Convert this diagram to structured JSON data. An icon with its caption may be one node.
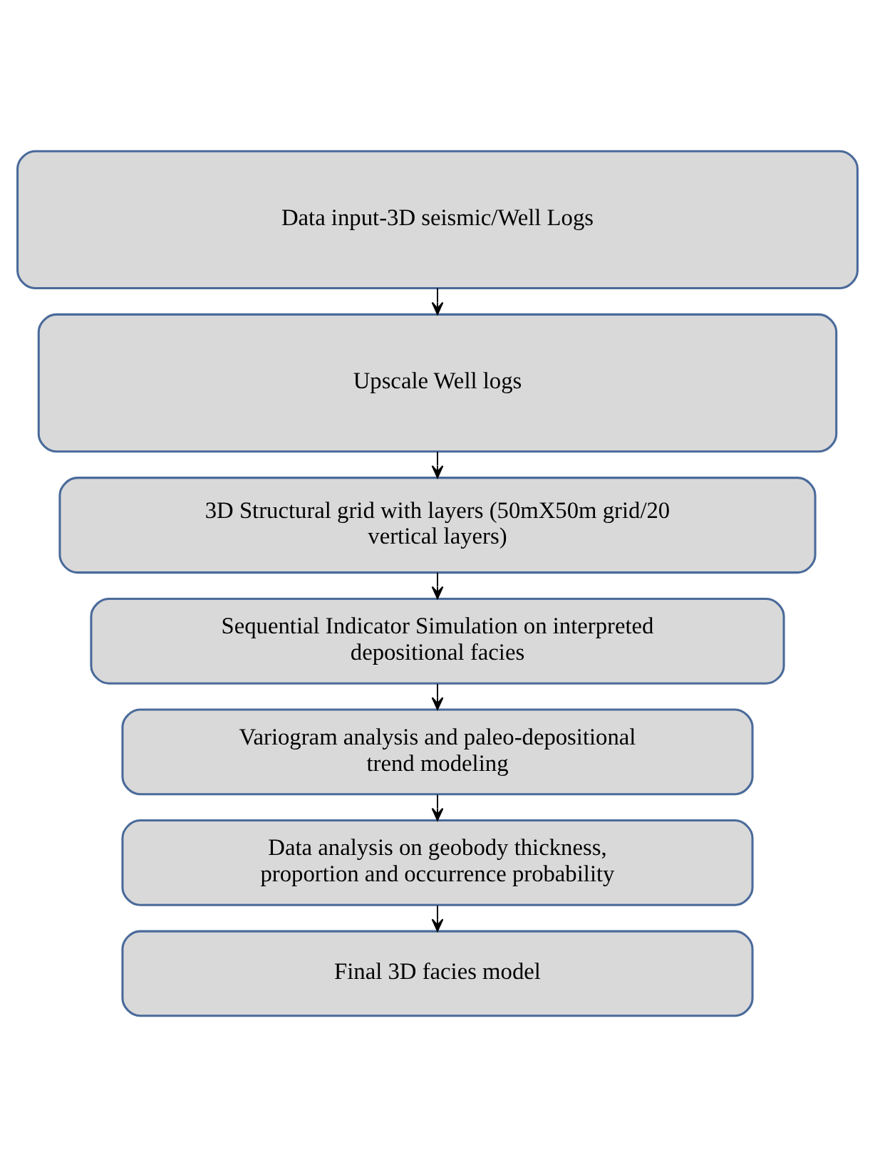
{
  "diagram": {
    "nodes": [
      {
        "text": [
          "Data input-3D seismic/Well Logs"
        ]
      },
      {
        "text": [
          "Upscale Well logs"
        ]
      },
      {
        "text": [
          "3D Structural grid with layers (50mX50m grid/20 vertical layers)"
        ]
      },
      {
        "text": [
          "Sequential Indicator Simulation on interpreted depositional facies"
        ]
      },
      {
        "text": [
          "Variogram analysis and paleo-depositional trend modeling"
        ]
      },
      {
        "text": [
          "Data analysis on geobody thickness, proportion and occurrence probability"
        ]
      },
      {
        "text": [
          "Final 3D facies model"
        ]
      }
    ],
    "edges": [
      {
        "from": 0,
        "to": 1,
        "arrow": "to"
      },
      {
        "from": 1,
        "to": 2,
        "arrow": "to"
      },
      {
        "from": 2,
        "to": 3,
        "arrow": "to"
      },
      {
        "from": 3,
        "to": 4,
        "arrow": "to"
      },
      {
        "from": 4,
        "to": 5,
        "arrow": "to"
      },
      {
        "from": 5,
        "to": 6,
        "arrow": "to"
      }
    ]
  }
}
